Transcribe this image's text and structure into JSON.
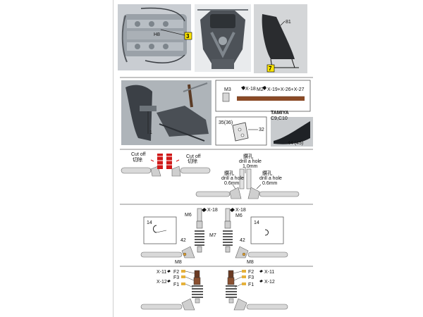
{
  "step1": {
    "label_h8": "H8",
    "badge_3": "3",
    "label_81": "81",
    "badge_7": "7"
  },
  "step2": {
    "label_m3": "M3",
    "label_x18": "X-18",
    "label_m2": "M2",
    "label_m2_extra": "X-19+X-26+X-27",
    "label_35": "35(36)",
    "label_32": "32",
    "label_tamiya": "TAMIYA",
    "label_tamiya_code": "C9,C10",
    "label_44": "44 (45)",
    "label_1": "1"
  },
  "step3": {
    "cut_off_left": "Cut off",
    "cut_off_left_cn": "切除",
    "cut_off_right": "Cut off",
    "cut_off_right_cn": "切除",
    "drill_cn_1": "鑽孔",
    "drill_1": "drill a hole",
    "drill_1_size": "1.0mm",
    "drill_cn_2": "鑽孔",
    "drill_2": "drill a hole",
    "drill_2_size": "0.6mm",
    "drill_cn_3": "鑽孔",
    "drill_3": "drill a hole",
    "drill_3_size": "0.6mm"
  },
  "step4": {
    "x18_left": "X-18",
    "m6_left": "M6",
    "x18_right": "X-18",
    "m6_right": "M6",
    "m7": "M7",
    "label_14_left": "14",
    "label_14_right": "14",
    "label_42_left": "42",
    "label_42_right": "42",
    "m8_left": "M8",
    "m8_right": "M8"
  },
  "step5": {
    "x11_left": "X-11",
    "f2_left": "F2",
    "f3_left": "F3",
    "x12_left": "X-12",
    "f1_left": "F1",
    "x11_right": "X-11",
    "f2_right": "F2",
    "f3_right": "F3",
    "x12_right": "X-12",
    "f1_right": "F1"
  }
}
